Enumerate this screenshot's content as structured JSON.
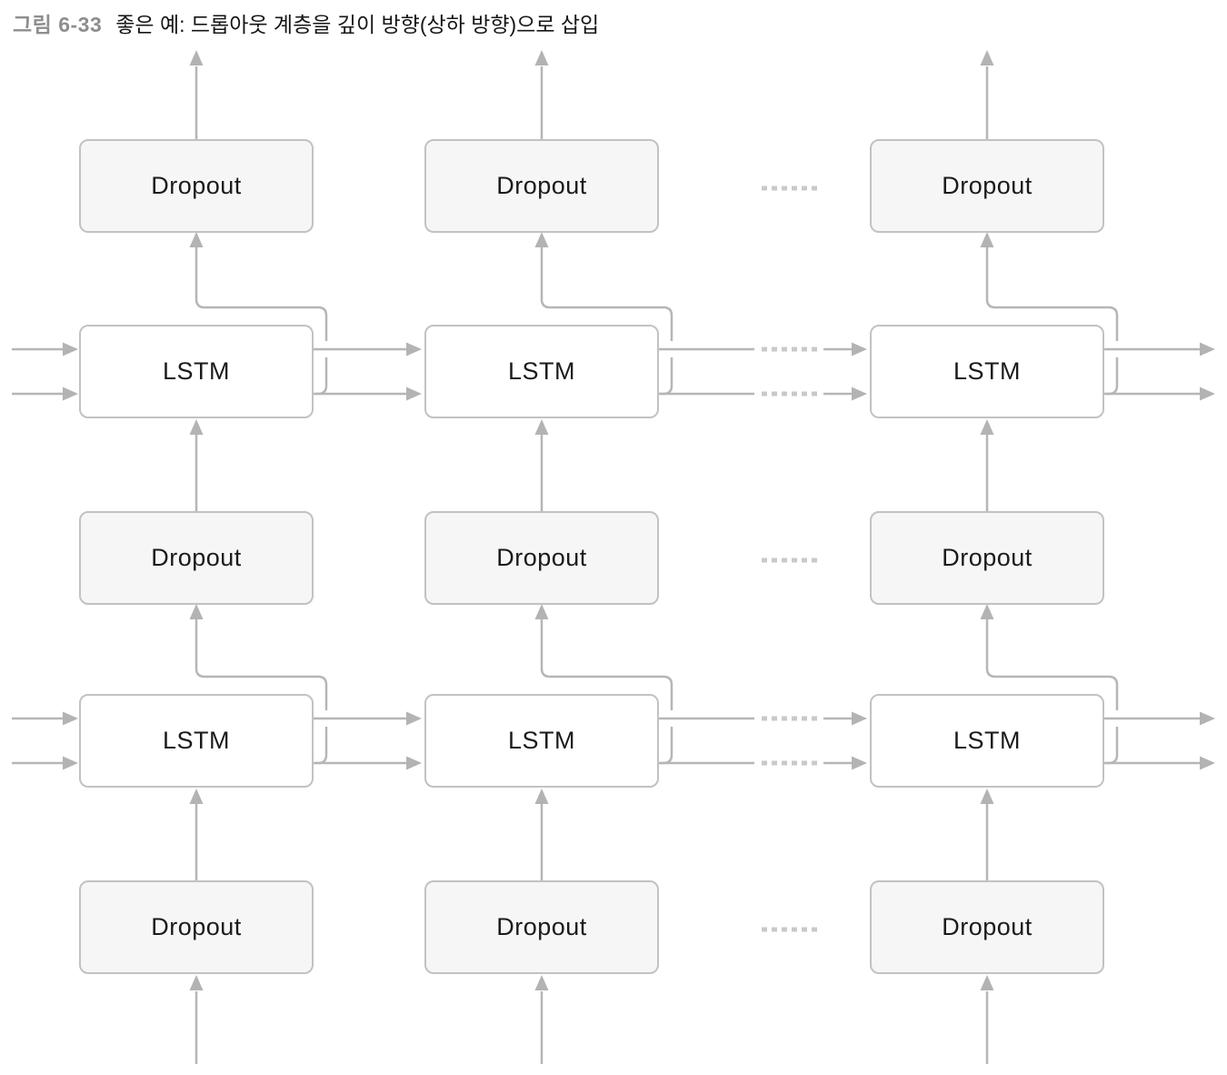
{
  "figure": {
    "label": "그림 6-33",
    "caption": "좋은 예: 드롭아웃 계층을 깊이 방향(상하 방향)으로 삽입"
  },
  "diagram": {
    "rows": [
      {
        "kind": "dropout",
        "label": "Dropout"
      },
      {
        "kind": "lstm",
        "label": "LSTM"
      },
      {
        "kind": "dropout",
        "label": "Dropout"
      },
      {
        "kind": "lstm",
        "label": "LSTM"
      },
      {
        "kind": "dropout",
        "label": "Dropout"
      }
    ],
    "columns": 3,
    "ellipsis": "......",
    "ellipsis_location": "between column 2 and column 3, on every row",
    "colors": {
      "line": "#b6b6b6",
      "arrowhead": "#b3b3b3",
      "dots": "#c9c9c9",
      "box_border": "#c2c2c2",
      "dropout_fill": "#f6f6f6",
      "lstm_fill": "#ffffff",
      "node_text": "#1b1b1b",
      "figure_label": "#8e8e8e",
      "figure_caption": "#161616",
      "background": "#ffffff"
    }
  }
}
